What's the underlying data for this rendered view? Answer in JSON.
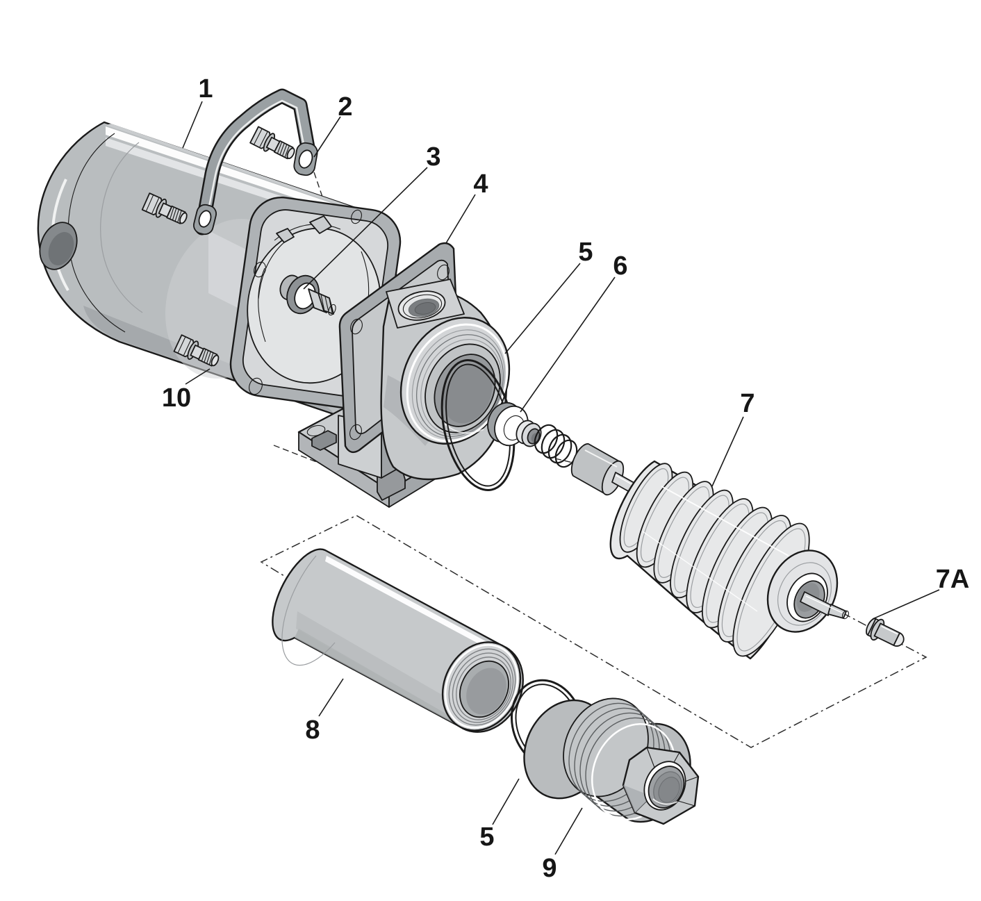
{
  "figure": {
    "kind": "exploded-parts-diagram",
    "background": "#ffffff",
    "palette": {
      "outline": "#1a1a1a",
      "metal_lightest": "#e7e8e9",
      "metal_light": "#d3d5d7",
      "metal_mid": "#c6c9cb",
      "metal_dark": "#a7abae",
      "metal_shadow": "#8b8f92"
    }
  },
  "callouts": [
    {
      "id": "part-1",
      "label": "1"
    },
    {
      "id": "part-2",
      "label": "2"
    },
    {
      "id": "part-3",
      "label": "3"
    },
    {
      "id": "part-4",
      "label": "4"
    },
    {
      "id": "part-5",
      "label": "5"
    },
    {
      "id": "part-6",
      "label": "6"
    },
    {
      "id": "part-7",
      "label": "7"
    },
    {
      "id": "part-7a",
      "label": "7A"
    },
    {
      "id": "part-8",
      "label": "8"
    },
    {
      "id": "part-5b",
      "label": "5"
    },
    {
      "id": "part-9",
      "label": "9"
    },
    {
      "id": "part-10",
      "label": "10"
    }
  ]
}
